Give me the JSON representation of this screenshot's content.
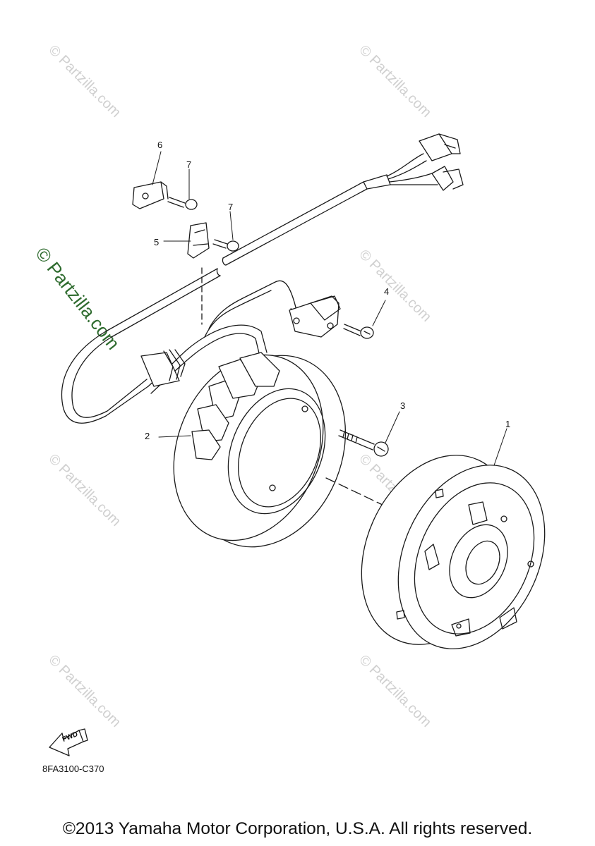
{
  "watermarks": {
    "small": "© Partzilla.com",
    "large": "© Partzilla.com"
  },
  "callouts": {
    "c1": "1",
    "c2": "2",
    "c3": "3",
    "c4": "4",
    "c5": "5",
    "c6": "6",
    "c7a": "7",
    "c7b": "7"
  },
  "fwd_label": "FWD",
  "diagram_code": "8FA3100-C370",
  "copyright": "©2013 Yamaha Motor Corporation, U.S.A. All rights reserved."
}
